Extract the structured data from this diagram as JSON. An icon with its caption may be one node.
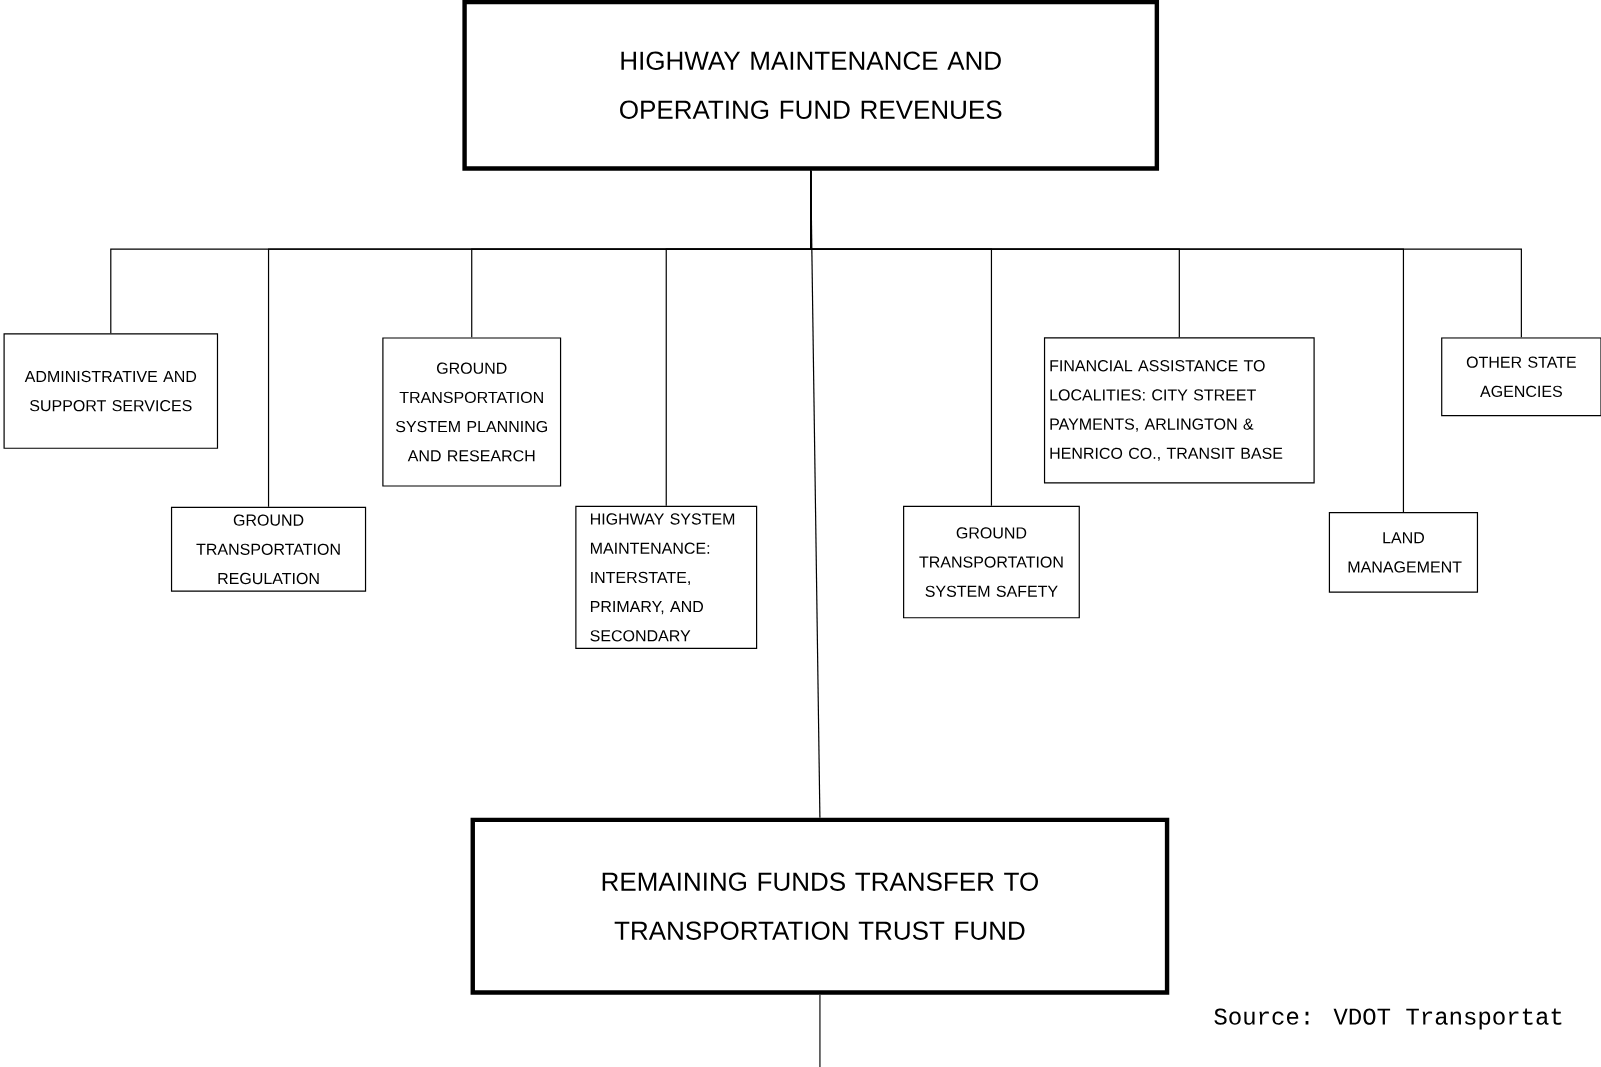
{
  "diagram": {
    "nodes": [
      {
        "text": [
          "HIGHWAY MAINTENANCE AND OPERATING FUND REVENUES"
        ]
      },
      {
        "text": [
          "ADMINISTRATIVE AND SUPPORT SERVICES"
        ]
      },
      {
        "text": [
          "GROUND TRANSPORTATION REGULATION"
        ]
      },
      {
        "text": [
          "GROUND TRANSPORTATION SYSTEM PLANNING AND RESEARCH"
        ]
      },
      {
        "text": [
          "HIGHWAY SYSTEM MAINTENANCE: INTERSTATE, PRIMARY, AND SECONDARY"
        ]
      },
      {
        "text": [
          "GROUND TRANSPORTATION SYSTEM SAFETY"
        ]
      },
      {
        "text": [
          "FINANCIAL ASSISTANCE TO LOCALITIES: CITY STREET PAYMENTS, ARLINGTON & HENRICO CO., TRANSIT BASE"
        ]
      },
      {
        "text": [
          "LAND MANAGEMENT"
        ]
      },
      {
        "text": [
          "OTHER STATE AGENCIES"
        ]
      },
      {
        "text": [
          "REMAINING FUNDS TRANSFER TO TRANSPORTATION TRUST FUND"
        ]
      }
    ],
    "edges": [
      {
        "from": 0,
        "to": 1,
        "arrow": "none"
      },
      {
        "from": 0,
        "to": 2,
        "arrow": "none"
      },
      {
        "from": 0,
        "to": 3,
        "arrow": "none"
      },
      {
        "from": 0,
        "to": 4,
        "arrow": "none"
      },
      {
        "from": 0,
        "to": 5,
        "arrow": "none"
      },
      {
        "from": 0,
        "to": 6,
        "arrow": "none"
      },
      {
        "from": 0,
        "to": 7,
        "arrow": "none"
      },
      {
        "from": 0,
        "to": 8,
        "arrow": "none"
      },
      {
        "from": 0,
        "to": 9,
        "arrow": "none"
      },
      {
        "from": 9,
        "to": null,
        "arrow": "none"
      }
    ],
    "labels": [
      "Source:  VDOT Transportat"
    ]
  }
}
